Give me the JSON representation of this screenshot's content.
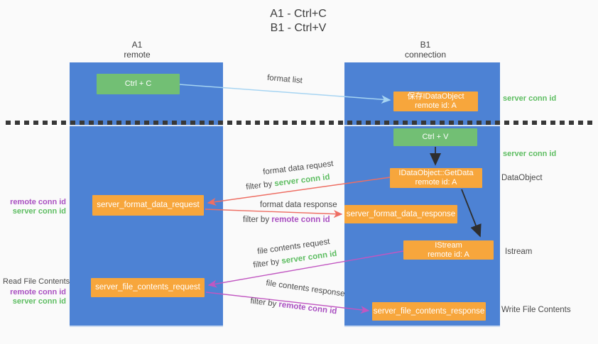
{
  "title": {
    "line1": "A1 - Ctrl+C",
    "line2": "B1 - Ctrl+V"
  },
  "lanes": {
    "a1": {
      "name": "A1",
      "role": "remote"
    },
    "b1": {
      "name": "B1",
      "role": "connection"
    }
  },
  "nodes": {
    "ctrl_c": {
      "label": "Ctrl + C"
    },
    "save_idataobject": {
      "line1": "保存IDataObject",
      "line2": "remote id: A"
    },
    "ctrl_v": {
      "label": "Ctrl + V"
    },
    "getdata": {
      "line1": "IDataObject::GetData",
      "line2": "remote id: A"
    },
    "format_request": {
      "label": "server_format_data_request"
    },
    "format_response": {
      "label": "server_format_data_response"
    },
    "istream": {
      "line1": "IStream",
      "line2": "remote id: A"
    },
    "file_request": {
      "label": "server_file_contents_request"
    },
    "file_response": {
      "label": "server_file_contents_response"
    }
  },
  "flow_labels": {
    "format_list": "format list",
    "format_data_request": "format data request",
    "format_data_response": "format data response",
    "file_contents_request": "file contents request",
    "file_contents_response": "file contents response",
    "filter_by": "filter by ",
    "server_conn_id": "server conn id",
    "remote_conn_id": "remote conn id"
  },
  "side_labels": {
    "right_server_conn_id_top": "server conn id",
    "right_server_conn_id_mid": "server conn id",
    "right_dataobject": "DataObject",
    "right_istream": "Istream",
    "right_write_file_contents": "Write File Contents",
    "left_remote_conn_id_top": "remote conn id",
    "left_server_conn_id_top": "server conn id",
    "left_read_file_contents": "Read File Contents",
    "left_remote_conn_id_bottom": "remote conn id",
    "left_server_conn_id_bottom": "server conn id"
  },
  "colors": {
    "lane_blue": "#4d82d4",
    "box_green": "#72bf74",
    "box_orange": "#f7a63c",
    "text_green": "#5dbd61",
    "text_purple": "#a94fc1",
    "arrow_salmon": "#ee6e63",
    "arrow_magenta": "#c157c1",
    "arrow_lightblue": "#a6d4f2",
    "arrow_dark": "#2e2e2e"
  }
}
